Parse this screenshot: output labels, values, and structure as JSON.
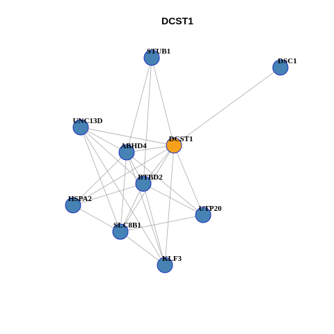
{
  "title": "DCST1",
  "colors": {
    "center_fill": "#F6A11B",
    "node_fill": "#4682B4",
    "node_stroke": "#1F2FBF",
    "edge": "#B3B3B3"
  },
  "nodes": [
    {
      "id": "STUB1",
      "label": "STUB1",
      "role": "neighbor"
    },
    {
      "id": "DSC1",
      "label": "DSC1",
      "role": "neighbor"
    },
    {
      "id": "UNC13D",
      "label": "UNC13D",
      "role": "neighbor"
    },
    {
      "id": "DCST1",
      "label": "DCST1",
      "role": "center"
    },
    {
      "id": "ABHD4",
      "label": "ABHD4",
      "role": "neighbor"
    },
    {
      "id": "BTBD2",
      "label": "BTBD2",
      "role": "neighbor"
    },
    {
      "id": "HSPA2",
      "label": "HSPA2",
      "role": "neighbor"
    },
    {
      "id": "UTP20",
      "label": "UTP20",
      "role": "neighbor"
    },
    {
      "id": "SLC8B1",
      "label": "SLC8B1",
      "role": "neighbor"
    },
    {
      "id": "KLF3",
      "label": "KLF3",
      "role": "neighbor"
    }
  ],
  "edges": [
    [
      "DCST1",
      "DSC1"
    ],
    [
      "DCST1",
      "STUB1"
    ],
    [
      "DCST1",
      "UNC13D"
    ],
    [
      "DCST1",
      "ABHD4"
    ],
    [
      "DCST1",
      "BTBD2"
    ],
    [
      "DCST1",
      "HSPA2"
    ],
    [
      "DCST1",
      "UTP20"
    ],
    [
      "DCST1",
      "SLC8B1"
    ],
    [
      "DCST1",
      "KLF3"
    ],
    [
      "STUB1",
      "ABHD4"
    ],
    [
      "STUB1",
      "BTBD2"
    ],
    [
      "UNC13D",
      "ABHD4"
    ],
    [
      "UNC13D",
      "BTBD2"
    ],
    [
      "UNC13D",
      "SLC8B1"
    ],
    [
      "UNC13D",
      "KLF3"
    ],
    [
      "ABHD4",
      "BTBD2"
    ],
    [
      "ABHD4",
      "HSPA2"
    ],
    [
      "ABHD4",
      "SLC8B1"
    ],
    [
      "ABHD4",
      "UTP20"
    ],
    [
      "ABHD4",
      "KLF3"
    ],
    [
      "BTBD2",
      "HSPA2"
    ],
    [
      "BTBD2",
      "SLC8B1"
    ],
    [
      "BTBD2",
      "UTP20"
    ],
    [
      "BTBD2",
      "KLF3"
    ],
    [
      "HSPA2",
      "SLC8B1"
    ],
    [
      "SLC8B1",
      "UTP20"
    ],
    [
      "SLC8B1",
      "KLF3"
    ]
  ]
}
